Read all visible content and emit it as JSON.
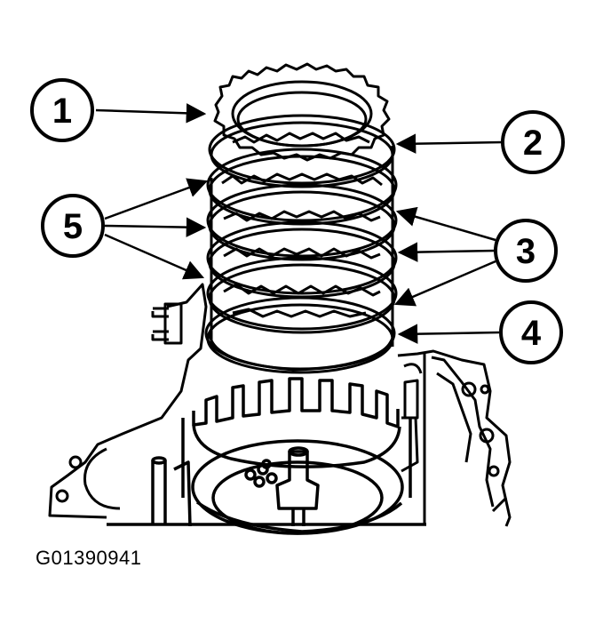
{
  "figure": {
    "callouts": [
      {
        "id": "1",
        "label": "1"
      },
      {
        "id": "2",
        "label": "2"
      },
      {
        "id": "3",
        "label": "3"
      },
      {
        "id": "4",
        "label": "4"
      },
      {
        "id": "5",
        "label": "5"
      }
    ],
    "caption": "G01390941"
  },
  "colors": {
    "line": "#000000",
    "background": "#ffffff"
  }
}
